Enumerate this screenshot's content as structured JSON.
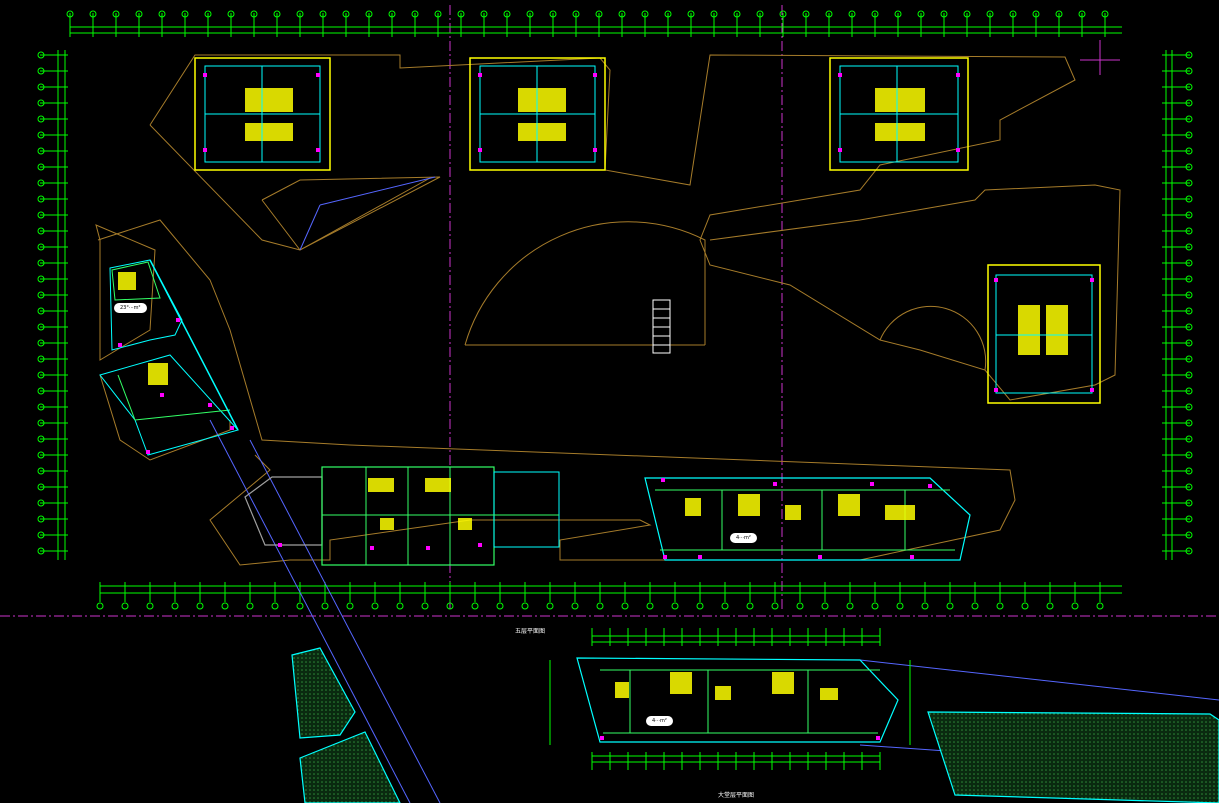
{
  "drawing": {
    "background": "#000000",
    "colors": {
      "dimension": "#00ff00",
      "axis": "#cc33cc",
      "site": "#a67c2a",
      "wall_yellow": "#ffff00",
      "wall_cyan": "#00ffff",
      "wall_green": "#33ff66",
      "column": "#ff00ff",
      "text": "#ffffff",
      "guide": "#5566ff",
      "hatch": "#2e8b3a"
    },
    "annotations": {
      "area_tag_west": "23°···m²",
      "area_tag_south": "4···m²",
      "area_tag_detail": "4···m²",
      "detail_title_top": "五层平面图",
      "detail_title_bottom": "大堂层平面图"
    }
  }
}
